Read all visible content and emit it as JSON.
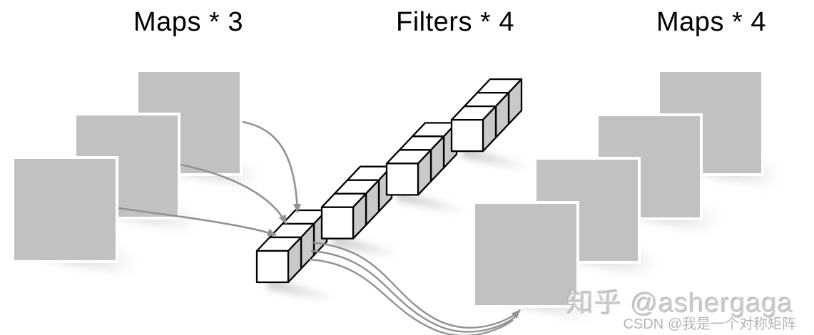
{
  "titles": {
    "input_maps": "Maps * 3",
    "filters": "Filters * 4",
    "output_maps": "Maps * 4"
  },
  "watermarks": {
    "primary": "知乎 @ashergaga",
    "secondary": "CSDN @我是一个对称矩阵"
  },
  "diagram": {
    "input_map_count": 3,
    "filter_count": 4,
    "output_map_count": 4,
    "cubes_per_filter": 3,
    "input_arrow_count": 3,
    "output_arrow_count": 3
  },
  "colors": {
    "background": "#ffffff",
    "map_fill": "#c1c1c1",
    "map_border": "#ffffff",
    "cube_face": "#ffffff",
    "cube_side": "#c9c9c9",
    "cube_outline": "#000000",
    "arrow": "#929292",
    "title_text": "#000000",
    "watermark_primary": "#cbcbcb",
    "watermark_secondary": "#b5b5b5"
  }
}
